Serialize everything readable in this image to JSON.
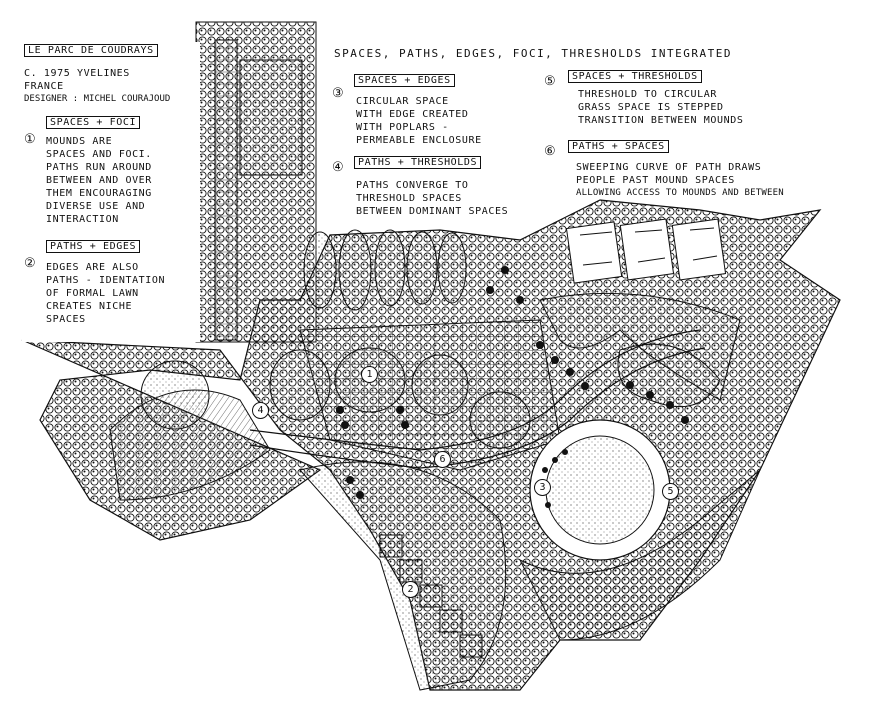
{
  "header": {
    "project": "LE PARC DE COUDRAYS",
    "date_place": "c. 1975  YVELINES",
    "country": "FRANCE",
    "designer": "DESIGNER : MICHEL COURAJOUD",
    "main_title": "SPACES, PATHS, EDGES, FOCI, THRESHOLDS INTEGRATED"
  },
  "notes": [
    {
      "n": "1",
      "heading": "SPACES + FOCI",
      "lines": [
        "MOUNDS ARE",
        "SPACES AND FOCI.",
        "PATHS RUN AROUND",
        "BETWEEN AND OVER",
        "THEM ENCOURAGING",
        "DIVERSE USE AND",
        "INTERACTION"
      ]
    },
    {
      "n": "2",
      "heading": "PATHS + EDGES",
      "lines": [
        "EDGES ARE ALSO",
        "PATHS - IDENTATION",
        "OF FORMAL LAWN",
        "CREATES NICHE",
        "SPACES"
      ]
    },
    {
      "n": "3",
      "heading": "SPACES + EDGES",
      "lines": [
        "CIRCULAR SPACE",
        "WITH EDGE CREATED",
        "WITH POPLARS -",
        "PERMEABLE ENCLOSURE"
      ]
    },
    {
      "n": "4",
      "heading": "PATHS + THRESHOLDS",
      "lines": [
        "PATHS CONVERGE TO",
        "THRESHOLD SPACES",
        "BETWEEN DOMINANT SPACES"
      ]
    },
    {
      "n": "5",
      "heading": "SPACES + THRESHOLDS",
      "lines": [
        "THRESHOLD TO CIRCULAR",
        "GRASS SPACE IS STEPPED",
        "TRANSITION BETWEEN MOUNDS"
      ]
    },
    {
      "n": "6",
      "heading": "PATHS + SPACES",
      "lines": [
        "SWEEPING CURVE OF PATH DRAWS",
        "PEOPLE PAST MOUND SPACES",
        "ALLOWING ACCESS TO MOUNDS AND BETWEEN"
      ]
    }
  ],
  "plan_markers": [
    "1",
    "2",
    "3",
    "4",
    "5",
    "6"
  ],
  "colors": {
    "ink": "#111111",
    "paper": "#ffffff",
    "stipple": "#555555"
  }
}
